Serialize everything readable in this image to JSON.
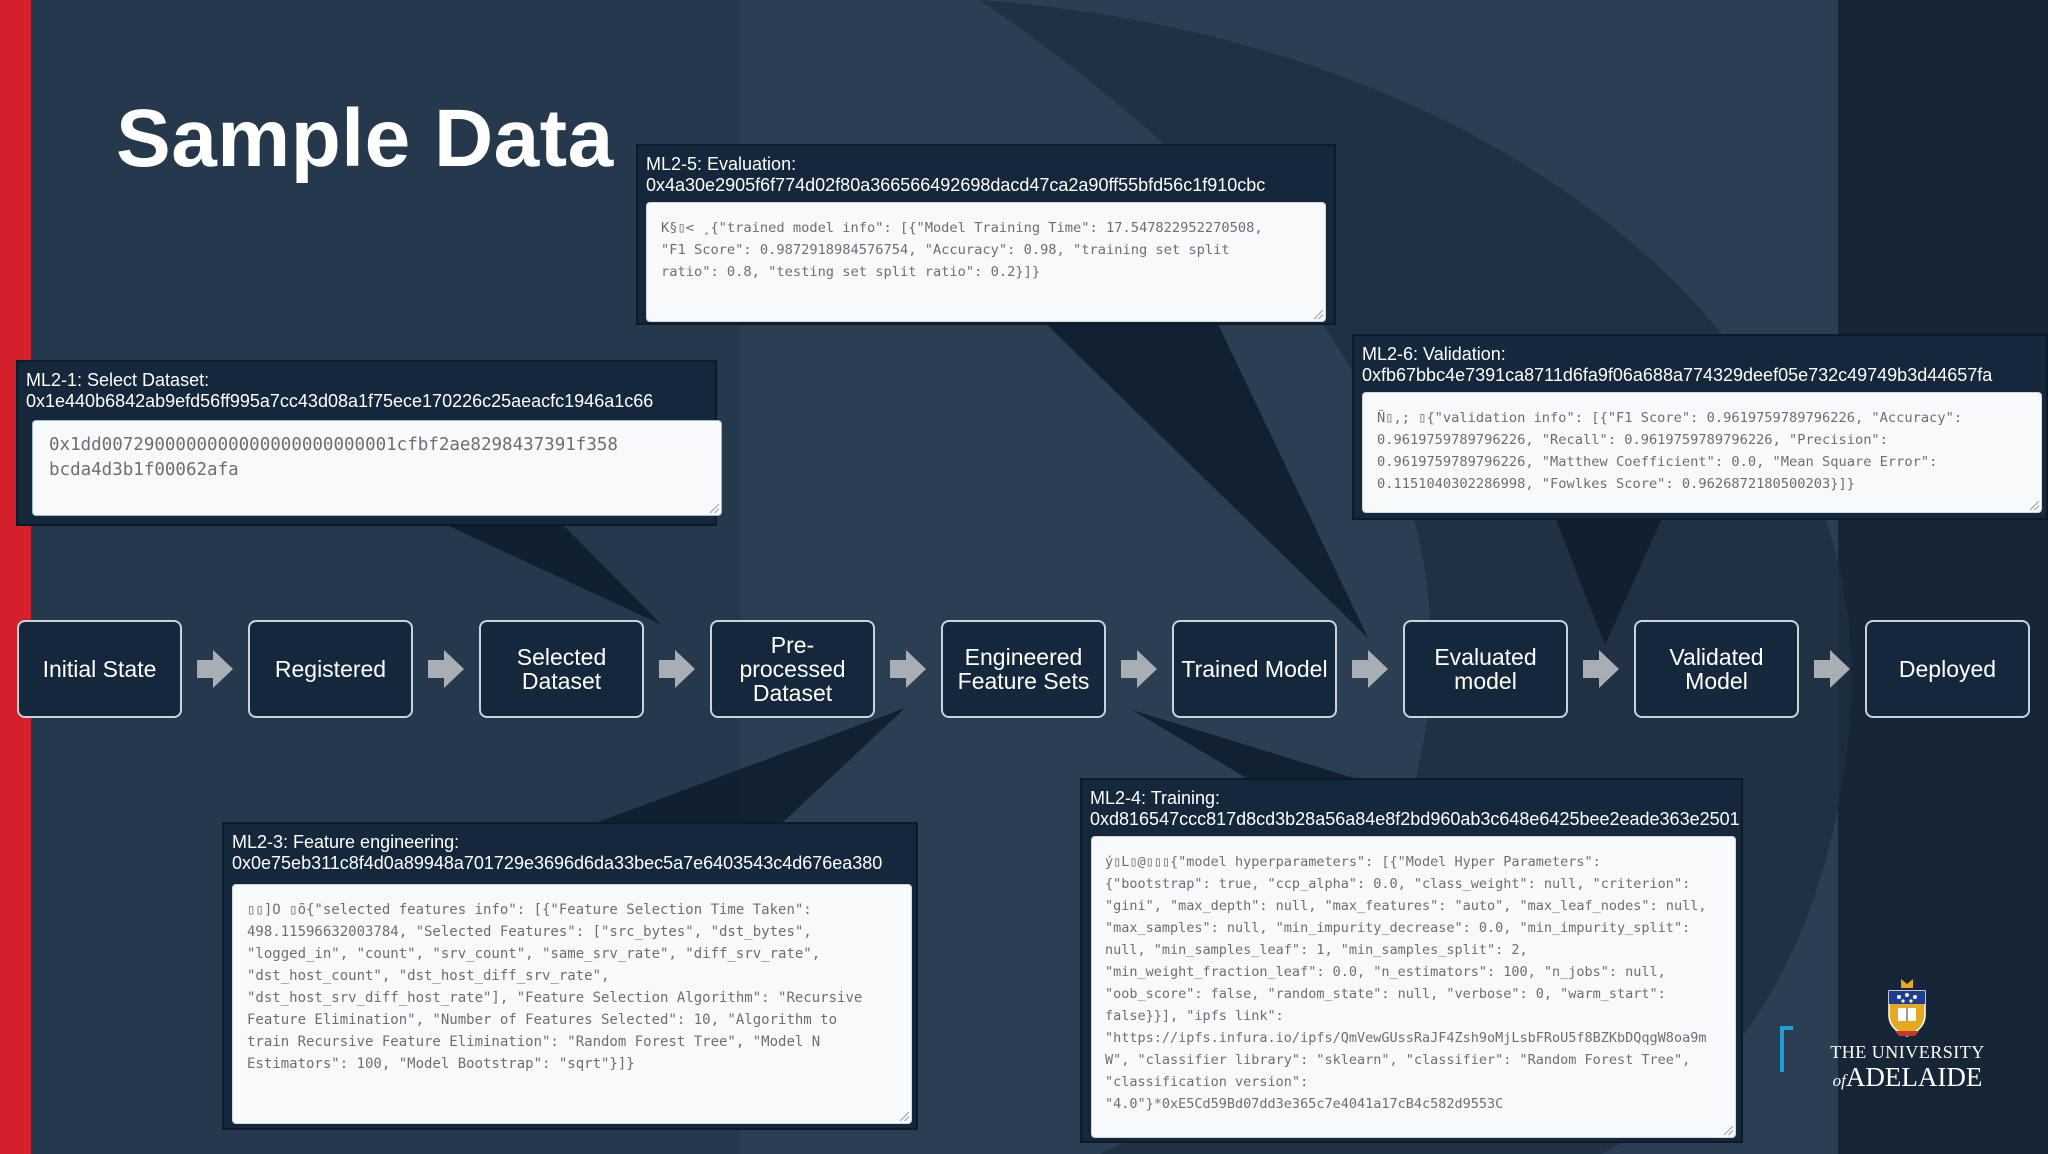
{
  "slide": {
    "title": "Sample Data",
    "colors": {
      "accent_red": "#d3202c",
      "background": "#26384b",
      "panel": "#15273a"
    }
  },
  "pipeline": {
    "stages": [
      "Initial State",
      "Registered",
      "Selected\nDataset",
      "Pre-\nprocessed\nDataset",
      "Engineered\nFeature Sets",
      "Trained Model",
      "Evaluated\nmodel",
      "Validated\nModel",
      "Deployed"
    ]
  },
  "panels": {
    "select_dataset": {
      "label": "ML2-1: Select Dataset:",
      "hash": "0x1e440b6842ab9efd56ff995a7cc43d08a1f75ece170226c25aeacfc1946a1c66",
      "content": "0x1dd0072900000000000000000000001cfbf2ae8298437391f358\nbcda4d3b1f00062afa"
    },
    "feature_engineering": {
      "label": "ML2-3: Feature engineering:",
      "hash": "0x0e75eb311c8f4d0a89948a701729e3696d6da33bec5a7e6403543c4d676ea380",
      "content": "▯▯]O ▯õ{\"selected features info\": [{\"Feature Selection Time Taken\":\n498.11596632003784, \"Selected Features\": [\"src_bytes\", \"dst_bytes\",\n\"logged_in\", \"count\", \"srv_count\", \"same_srv_rate\", \"diff_srv_rate\",\n\"dst_host_count\", \"dst_host_diff_srv_rate\",\n\"dst_host_srv_diff_host_rate\"], \"Feature Selection Algorithm\": \"Recursive\nFeature Elimination\", \"Number of Features Selected\": 10, \"Algorithm to\ntrain Recursive Feature Elimination\": \"Random Forest Tree\", \"Model N\nEstimators\": 100, \"Model Bootstrap\": \"sqrt\"}]}"
    },
    "training": {
      "label": "ML2-4: Training:",
      "hash": "0xd816547ccc817d8cd3b28a56a84e8f2bd960ab3c648e6425bee2eade363e2501",
      "content": "ý▯L▯@▯▯▯{\"model hyperparameters\": [{\"Model Hyper Parameters\":\n{\"bootstrap\": true, \"ccp_alpha\": 0.0, \"class_weight\": null, \"criterion\":\n\"gini\", \"max_depth\": null, \"max_features\": \"auto\", \"max_leaf_nodes\": null,\n\"max_samples\": null, \"min_impurity_decrease\": 0.0, \"min_impurity_split\":\nnull, \"min_samples_leaf\": 1, \"min_samples_split\": 2,\n\"min_weight_fraction_leaf\": 0.0, \"n_estimators\": 100, \"n_jobs\": null,\n\"oob_score\": false, \"random_state\": null, \"verbose\": 0, \"warm_start\":\nfalse}}], \"ipfs link\":\n\"https://ipfs.infura.io/ipfs/QmVewGUssRaJF4Zsh9oMjLsbFRoU5f8BZKbDQqgW8oa9m\nW\", \"classifier library\": \"sklearn\", \"classifier\": \"Random Forest Tree\",\n\"classification version\":\n\"4.0\"}*0xE5Cd59Bd07dd3e365c7e4041a17cB4c582d9553C"
    },
    "evaluation": {
      "label": "ML2-5: Evaluation:",
      "hash": "0x4a30e2905f6f774d02f80a366566492698dacd47ca2a90ff55bfd56c1f910cbc",
      "content": "K§▯< ¸{\"trained model info\": [{\"Model Training Time\": 17.547822952270508,\n\"F1 Score\": 0.9872918984576754, \"Accuracy\": 0.98, \"training set split\nratio\": 0.8, \"testing set split ratio\": 0.2}]}"
    },
    "validation": {
      "label": "ML2-6: Validation:",
      "hash": "0xfb67bbc4e7391ca8711d6fa9f06a688a774329deef05e732c49749b3d44657fa",
      "content": "Ñ▯,; ▯{\"validation info\": [{\"F1 Score\": 0.9619759789796226, \"Accuracy\":\n0.9619759789796226, \"Recall\": 0.9619759789796226, \"Precision\":\n0.9619759789796226, \"Matthew Coefficient\": 0.0, \"Mean Square Error\":\n0.1151040302286998, \"Fowlkes Score\": 0.9626872180500203}]}"
    }
  },
  "logo": {
    "line1": "THE UNIVERSITY",
    "line2_prefix": "of",
    "line2": "ADELAIDE"
  }
}
